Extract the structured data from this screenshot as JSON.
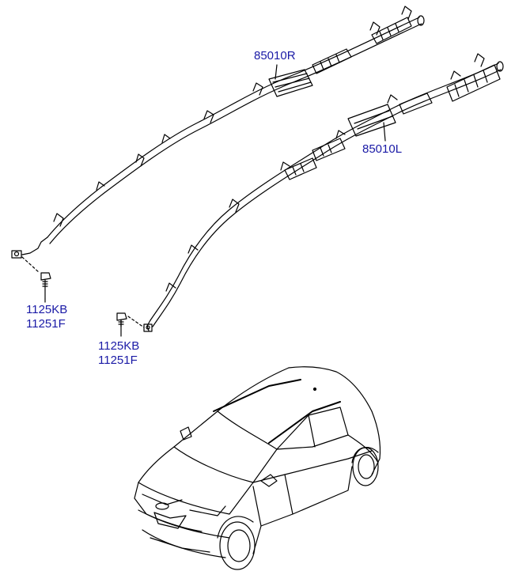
{
  "colors": {
    "label": "#1a1aa6",
    "line": "#000000",
    "background": "#ffffff"
  },
  "callouts": {
    "right_airbag": {
      "part_no": "85010R"
    },
    "left_airbag": {
      "part_no": "85010L"
    },
    "bolt_right": {
      "line1": "1125KB",
      "line2": "11251F"
    },
    "bolt_left": {
      "line1": "1125KB",
      "line2": "11251F"
    }
  },
  "icons": [
    "curtain-airbag-right-icon",
    "curtain-airbag-left-icon",
    "bolt-icon",
    "car-outline-icon"
  ]
}
